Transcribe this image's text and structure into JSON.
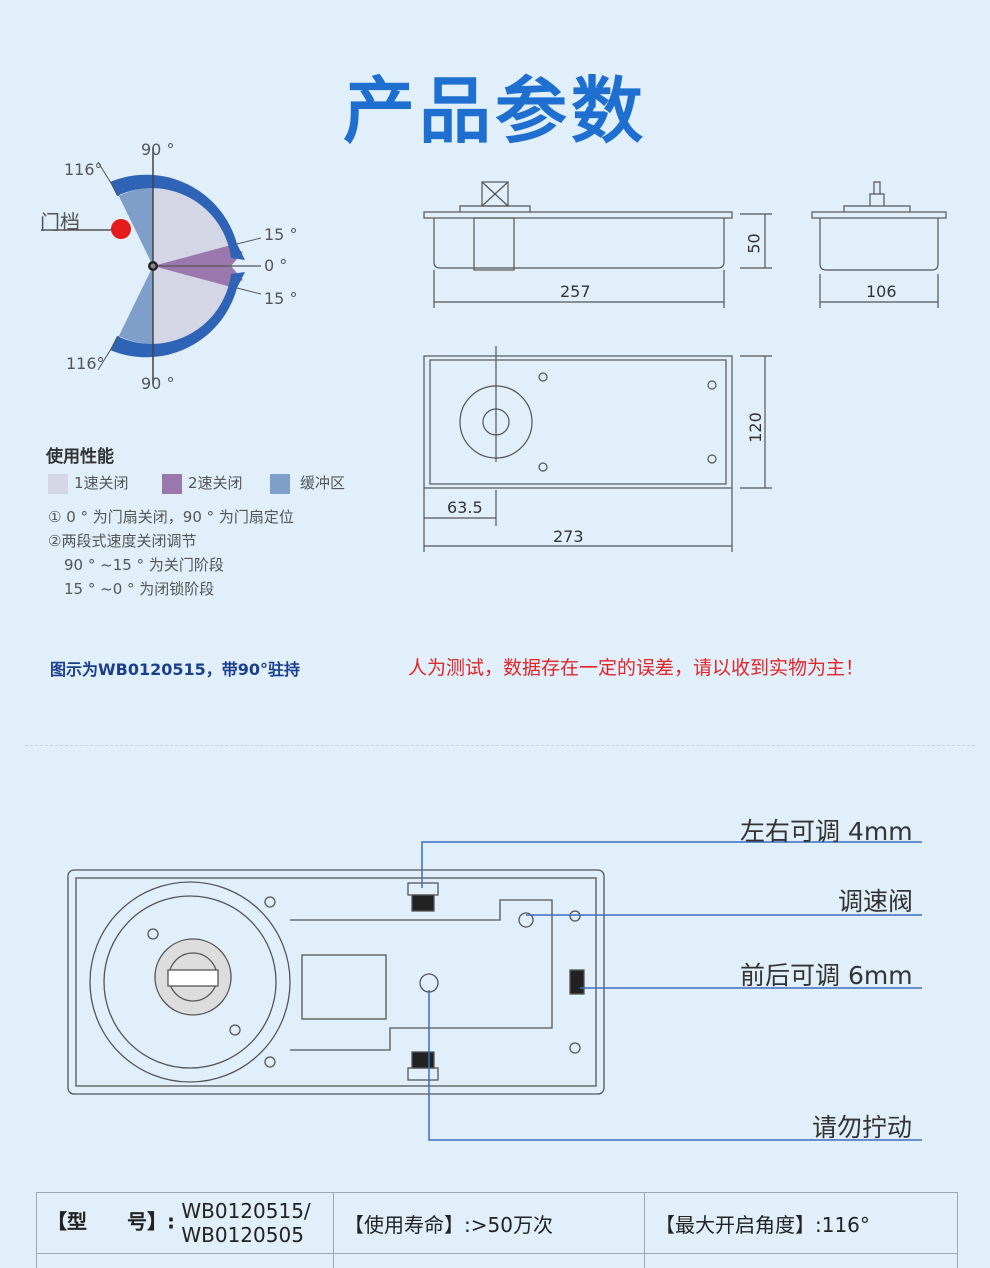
{
  "title": "产品参数",
  "angle_diagram": {
    "labels": {
      "top": "90 °",
      "bottom": "90 °",
      "open_top": "116°",
      "open_bottom": "116°",
      "p15_top": "15 °",
      "zero": "0 °",
      "p15_bottom": "15 °",
      "door_stop": "门档"
    },
    "colors": {
      "speed1": "#d4d6e6",
      "speed2": "#9a78ad",
      "buffer": "#7f9fca",
      "ring": "#2f63b6",
      "stop": "#e51a1a"
    }
  },
  "performance": {
    "heading": "使用性能",
    "legend": [
      "1速关闭",
      "2速关闭",
      "缓冲区"
    ],
    "notes": [
      "① 0 ° 为门扇关闭，90 ° 为门扇定位",
      "②两段式速度关闭调节",
      "90 ° ~15 ° 为关门阶段",
      "15 ° ~0 ° 为闭锁阶段"
    ]
  },
  "dimensions": {
    "side_length": "257",
    "height": "50",
    "width": "106",
    "top_width": "120",
    "top_length": "273",
    "offset": "63.5"
  },
  "caption": "图示为WB0120515，带90°驻持",
  "warning": "人为测试，数据存在一定的误差，请以收到实物为主！",
  "callouts": [
    "左右可调 4mm",
    "调速阀",
    "前后可调 6mm",
    "请勿拧动"
  ],
  "specs": {
    "model_label": "【型　　号】:",
    "model_values": [
      "WB0120515/",
      "WB0120505"
    ],
    "life": "【使用寿命】:>50万次",
    "angle": "【最大开启角度】:116°"
  }
}
